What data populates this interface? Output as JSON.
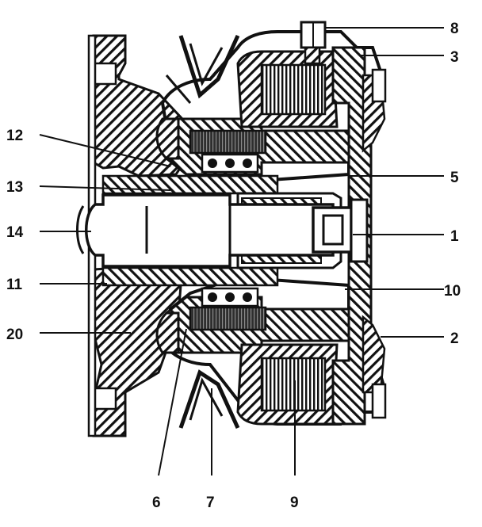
{
  "figure": {
    "callouts": [
      {
        "id": "callout-1",
        "label": "1"
      },
      {
        "id": "callout-2",
        "label": "2"
      },
      {
        "id": "callout-3",
        "label": "3"
      },
      {
        "id": "callout-5",
        "label": "5"
      },
      {
        "id": "callout-6",
        "label": "6"
      },
      {
        "id": "callout-7",
        "label": "7"
      },
      {
        "id": "callout-8",
        "label": "8"
      },
      {
        "id": "callout-9",
        "label": "9"
      },
      {
        "id": "callout-10",
        "label": "10"
      },
      {
        "id": "callout-11",
        "label": "11"
      },
      {
        "id": "callout-12",
        "label": "12"
      },
      {
        "id": "callout-13",
        "label": "13"
      },
      {
        "id": "callout-14",
        "label": "14"
      },
      {
        "id": "callout-20",
        "label": "20"
      }
    ],
    "colors": {
      "ink": "#111111",
      "paper": "#ffffff",
      "coil": "#3a3a3a"
    }
  }
}
